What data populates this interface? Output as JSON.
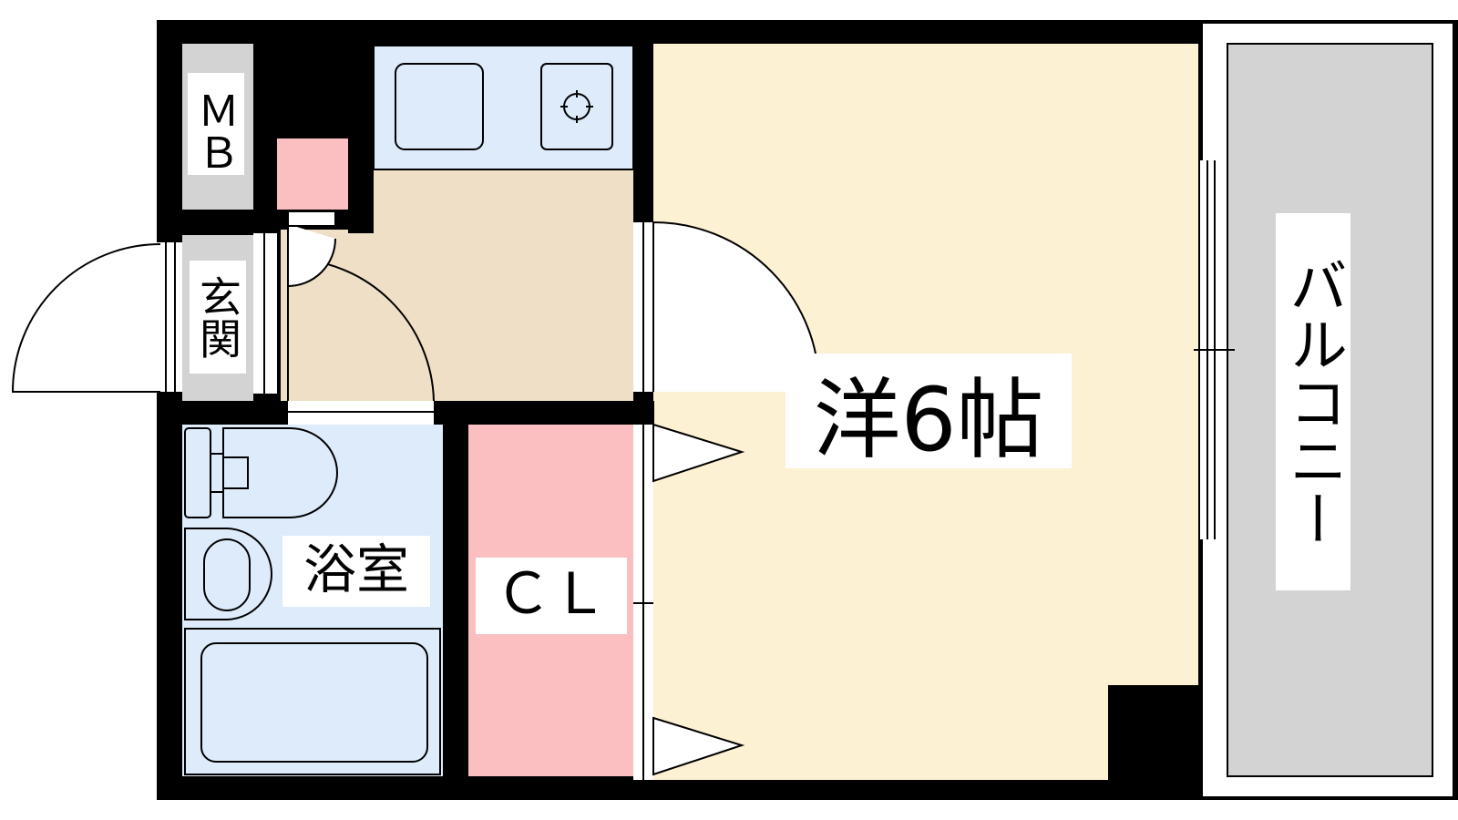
{
  "rooms": {
    "western_room": {
      "label": "洋6帖"
    },
    "balcony": {
      "label": "バルコニー"
    },
    "bathroom": {
      "label": "浴室"
    },
    "closet": {
      "label": "ＣＬ"
    },
    "entrance": {
      "label": "玄関"
    },
    "meter_box": {
      "label": "ＭＢ"
    }
  },
  "colors": {
    "wall": "#000000",
    "western_room": "#FDF1D3",
    "kitchen_floor": "#EEDFC6",
    "wet_area": "#DDEBFB",
    "closet": "#FBBFC2",
    "balcony": "#D3D3D3",
    "meter_box": "#D3D3D3",
    "entrance_floor": "#D3D3D3"
  }
}
